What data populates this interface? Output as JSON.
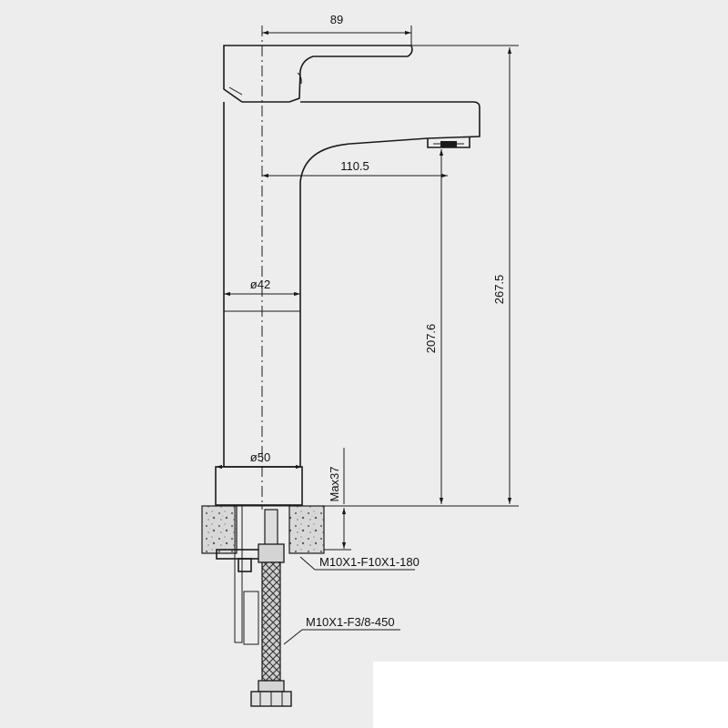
{
  "dimensions": {
    "handle_width": "89",
    "spout_reach": "110.5",
    "body_diameter": "ø42",
    "base_diameter": "ø50",
    "total_height": "267.5",
    "spout_height": "207.6",
    "max_counter": "Max37"
  },
  "hoses": {
    "short_hose": "M10X1-F10X1-180",
    "long_hose": "M10X1-F3/8-450"
  },
  "colors": {
    "background": "#ededed",
    "line": "#1a1a1a"
  }
}
